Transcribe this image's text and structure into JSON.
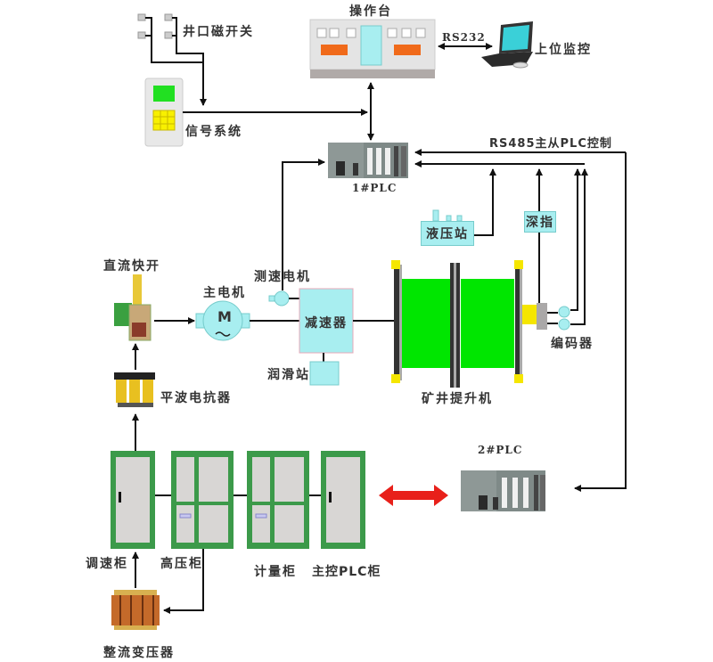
{
  "title": "矿井提升机控制系统结构图",
  "components": {
    "shaft_switch": "井口磁开关",
    "console": "操作台",
    "rs232": "RS232",
    "host_monitor": "上位监控",
    "signal_system": "信号系统",
    "plc1": "1#PLC",
    "rs485": "RS485主从PLC控制",
    "hydraulic_station": "液压站",
    "depth_indicator": "深指",
    "dc_fast_switch": "直流快开",
    "main_motor": "主电机",
    "motor_symbol": "M",
    "tacho_motor": "测速电机",
    "reducer": "减速器",
    "lube_station": "润滑站",
    "hoist": "矿井提升机",
    "encoder": "编码器",
    "reactor": "平波电抗器",
    "plc2": "2#PLC",
    "speed_cabinet": "调速柜",
    "hv_cabinet": "高压柜",
    "metering_cabinet": "计量柜",
    "main_plc_cabinet": "主控PLC柜",
    "rectifier_transformer": "整流变压器"
  },
  "colors": {
    "line": "#111111",
    "cyan": "#a8eef0",
    "green_drum": "#00e600",
    "cabinet_green": "#3c9a4a",
    "cabinet_gray": "#d8d6d4",
    "yellow": "#f5e600",
    "red_arrow": "#e8201a",
    "orange": "#f06a1a"
  }
}
